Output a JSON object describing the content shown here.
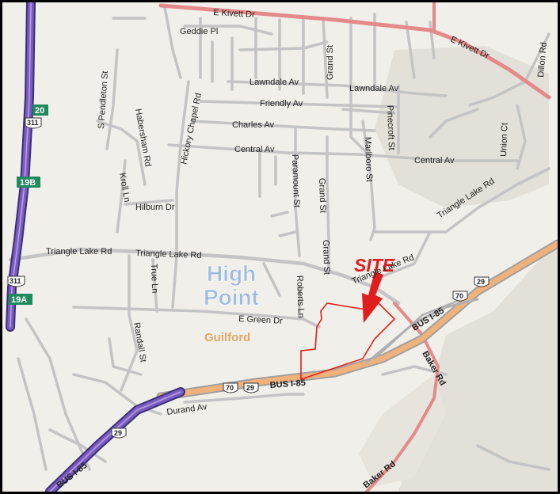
{
  "map": {
    "city_line1": "High",
    "city_line2": "Point",
    "county": "Guilford",
    "site_label": "SITE",
    "colors": {
      "background": "#f1efe9",
      "developed_area": "#e2e0d8",
      "minor_road": "#c4c4c4",
      "arterial": "#e48a8a",
      "interstate": "#7a5cc0",
      "highway": "#f0b27a",
      "city_label": "#9fbbe0",
      "county_label": "#e0a86a",
      "site": "#e21d1d"
    },
    "streets": {
      "e_kivett_top": "E Kivett Dr",
      "e_kivett_right": "E Kivett Dr",
      "geddie": "Geddie Pl",
      "lawndale_1": "Lawndale Av",
      "lawndale_2": "Lawndale Av",
      "friendly": "Friendly Av",
      "charles": "Charles Av",
      "central_1": "Central Av",
      "central_2": "Central Av",
      "s_pendleton": "S Pendleton St",
      "habersham": "Habersham Rd",
      "hickory_chapel": "Hickory Chapel Rd",
      "kroll": "Kroll Ln",
      "hilburn": "Hilburn Dr",
      "paramount": "Paramount St",
      "grand_1": "Grand St",
      "grand_2": "Grand St",
      "grand_3": "Grand St",
      "marlboro": "Marlboro St",
      "pinecroft": "Pinecroft St",
      "union": "Union Ct",
      "dillon": "Dillon Rd",
      "triangle_lake_ne": "Triangle Lake Rd",
      "triangle_lake_w1": "Triangle Lake Rd",
      "triangle_lake_w2": "Triangle Lake Rd",
      "triangle_lake_e": "Triangle Lake Rd",
      "true_ln": "True Ln",
      "roberts": "Roberts Ln",
      "e_green": "E Green Dr",
      "randall": "Randall St",
      "bus_i85_1": "BUS I-85",
      "bus_i85_2": "BUS I-85",
      "bus_i85_3": "BUS I-85",
      "durand": "Durand Av",
      "baker_1": "Baker Rd",
      "baker_2": "Baker Rd"
    },
    "shields": {
      "us20": "20",
      "us311_1": "311",
      "us19b": "19B",
      "us311_2": "311",
      "us19a": "19A",
      "us29_1": "29",
      "us70_1": "70",
      "us70_2": "70",
      "us29_2": "29",
      "us29_3": "29"
    }
  }
}
